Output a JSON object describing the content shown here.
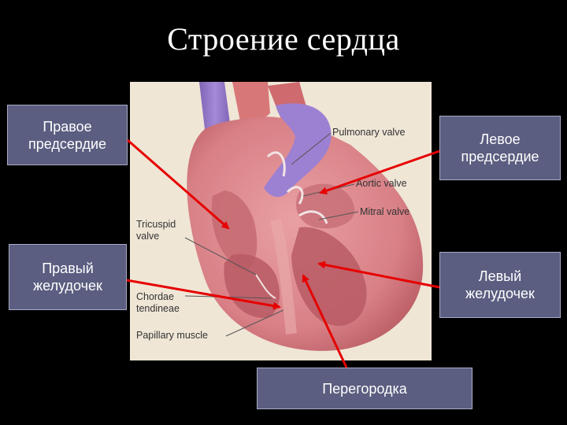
{
  "title": "Строение сердца",
  "diagram_labels": {
    "pulmonary_valve": "Pulmonary valve",
    "aortic_valve": "Aortic valve",
    "mitral_valve": "Mitral valve",
    "tricuspid_1": "Tricuspid",
    "tricuspid_2": "valve",
    "chordae_1": "Chordae",
    "chordae_2": "tendineae",
    "papillary_muscle": "Papillary muscle"
  },
  "callouts": {
    "right_atrium": [
      "Правое",
      "предсердие"
    ],
    "left_atrium": [
      "Левое",
      "предсердие"
    ],
    "right_ventricle": [
      "Правый",
      "желудочек"
    ],
    "left_ventricle": [
      "Левый",
      "желудочек"
    ],
    "septum": "Перегородка"
  },
  "colors": {
    "callout_bg": "#5b5e80",
    "arrow": "#e60000",
    "background": "#000000"
  }
}
